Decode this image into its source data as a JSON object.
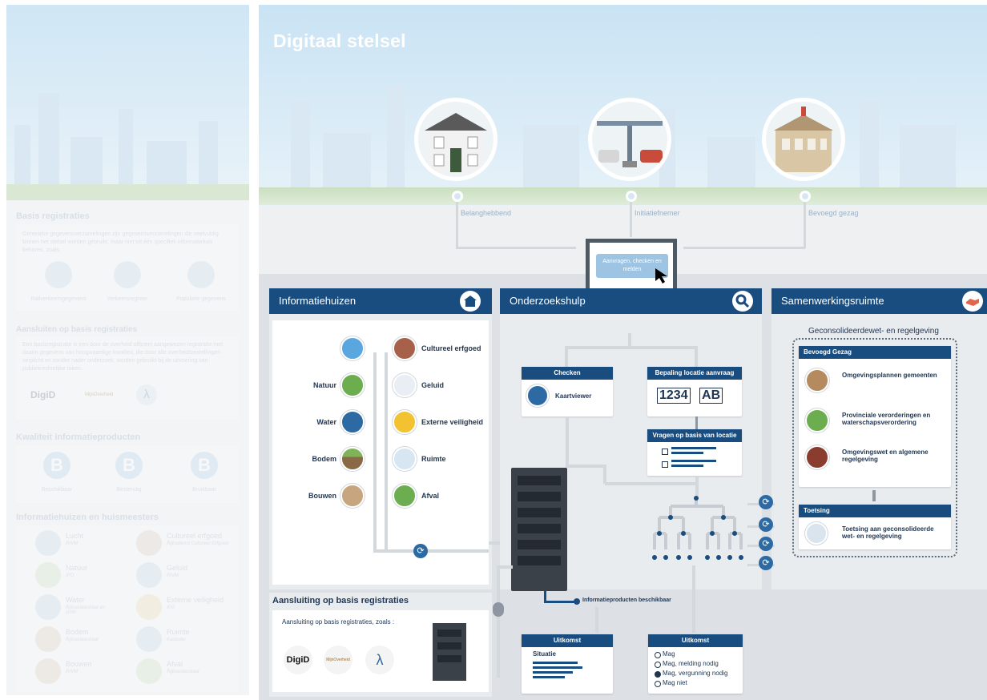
{
  "title": "Digitaal stelsel",
  "actors": [
    "Belanghebbend",
    "Initiatiefnemer",
    "Bevoegd gezag"
  ],
  "monitor_label": "Aanvragen, checken en melden",
  "sections": {
    "informatiehuizen": "Informatiehuizen",
    "onderzoekshulp": "Onderzoekshulp",
    "samenwerkingsruimte": "Samenwerkingsruimte"
  },
  "info_left": [
    "Lucht",
    "Natuur",
    "Water",
    "Bodem",
    "Bouwen"
  ],
  "info_right": [
    "Cultureel erfgoed",
    "Geluid",
    "Externe veiligheid",
    "Ruimte",
    "Afval"
  ],
  "checken": {
    "title": "Checken",
    "item": "Kaartviewer"
  },
  "bepaling": {
    "title": "Bepaling locatie aanvraag",
    "digits": "1234",
    "letters": "AB"
  },
  "vragen": {
    "title": "Vragen op basis van locatie"
  },
  "informatieproducten": "Informatieproducten beschikbaar",
  "uitkomst_left": {
    "title": "Uitkomst",
    "item": "Situatie"
  },
  "uitkomst_right": {
    "title": "Uitkomst",
    "items": [
      "Mag",
      "Mag, melding nodig",
      "Mag, vergunning nodig",
      "Mag niet"
    ]
  },
  "samenwerking": {
    "heading": "Geconsolideerdewet- en regelgeving",
    "bevoegd_title": "Bevoegd Gezag",
    "items": [
      "Omgevingsplannen gemeenten",
      "Provinciale verorderingen en waterschapsverordering",
      "Omgevingswet en algemene regelgeving"
    ],
    "toetsing_title": "Toetsing",
    "toetsing_item": "Toetsing aan geconsolideerde wet- en regelgeving"
  },
  "aansluiting": {
    "title": "Aansluiting op basis registraties",
    "subtitle": "Aansluiting op basis registraties, zoals :",
    "logos": [
      "DigiD",
      "MijnOverheid"
    ]
  },
  "left_panel": {
    "basis_title": "Basis registraties",
    "basis_text": "Generieke gegevensverzamelingen zijn gegevensverzamelingen die veelvuldig binnen het stelsel worden gebruikt, maar niet tot één specifiek informatiehuis behoren, zoals:",
    "basis_items": [
      "Railverkeersgegevens",
      "Verkeersregister",
      "Populatie gegevens"
    ],
    "aansluiten_title": "Aansluiten op basis registraties",
    "aansluiten_text": "Een basisregistratie is een door de overheid officieel aangewezen registratie met daarin gegevens van hoogwaardige kwaliteit, die door alle overheidsinstellingen verplicht en zonder nader onderzoek, worden gebruikt bij de uitvoering van publiekrechtelijke taken.",
    "logos": [
      "DigiD",
      "MijnOverheid"
    ],
    "kwaliteit_title": "Kwaliteit informatieproducten",
    "kwaliteit_items": [
      "Beschikbaar",
      "Bestendig",
      "Bruikbaar"
    ],
    "kwaliteit_letter": "B",
    "huizen_title": "Informatiehuizen en huismeesters",
    "huizen": [
      {
        "name": "Lucht",
        "owner": "RIVM"
      },
      {
        "name": "Cultureel erfgoed",
        "owner": "Rijksdienst Cultureel Erfgoed"
      },
      {
        "name": "Natuur",
        "owner": "IPO"
      },
      {
        "name": "Geluid",
        "owner": "RIVM"
      },
      {
        "name": "Water",
        "owner": "Rijkswaterstaat en UvW"
      },
      {
        "name": "Externe veiligheid",
        "owner": "IPO"
      },
      {
        "name": "Bodem",
        "owner": "Rijkswaterstaat"
      },
      {
        "name": "Ruimte",
        "owner": "Kadaster"
      },
      {
        "name": "Bouwen",
        "owner": "RIVM"
      },
      {
        "name": "Afval",
        "owner": "Rijkswaterstaat"
      }
    ]
  },
  "colors": {
    "navy": "#1a4d7f",
    "accent": "#2d6aa3",
    "section_bg": "#e9ecef"
  }
}
